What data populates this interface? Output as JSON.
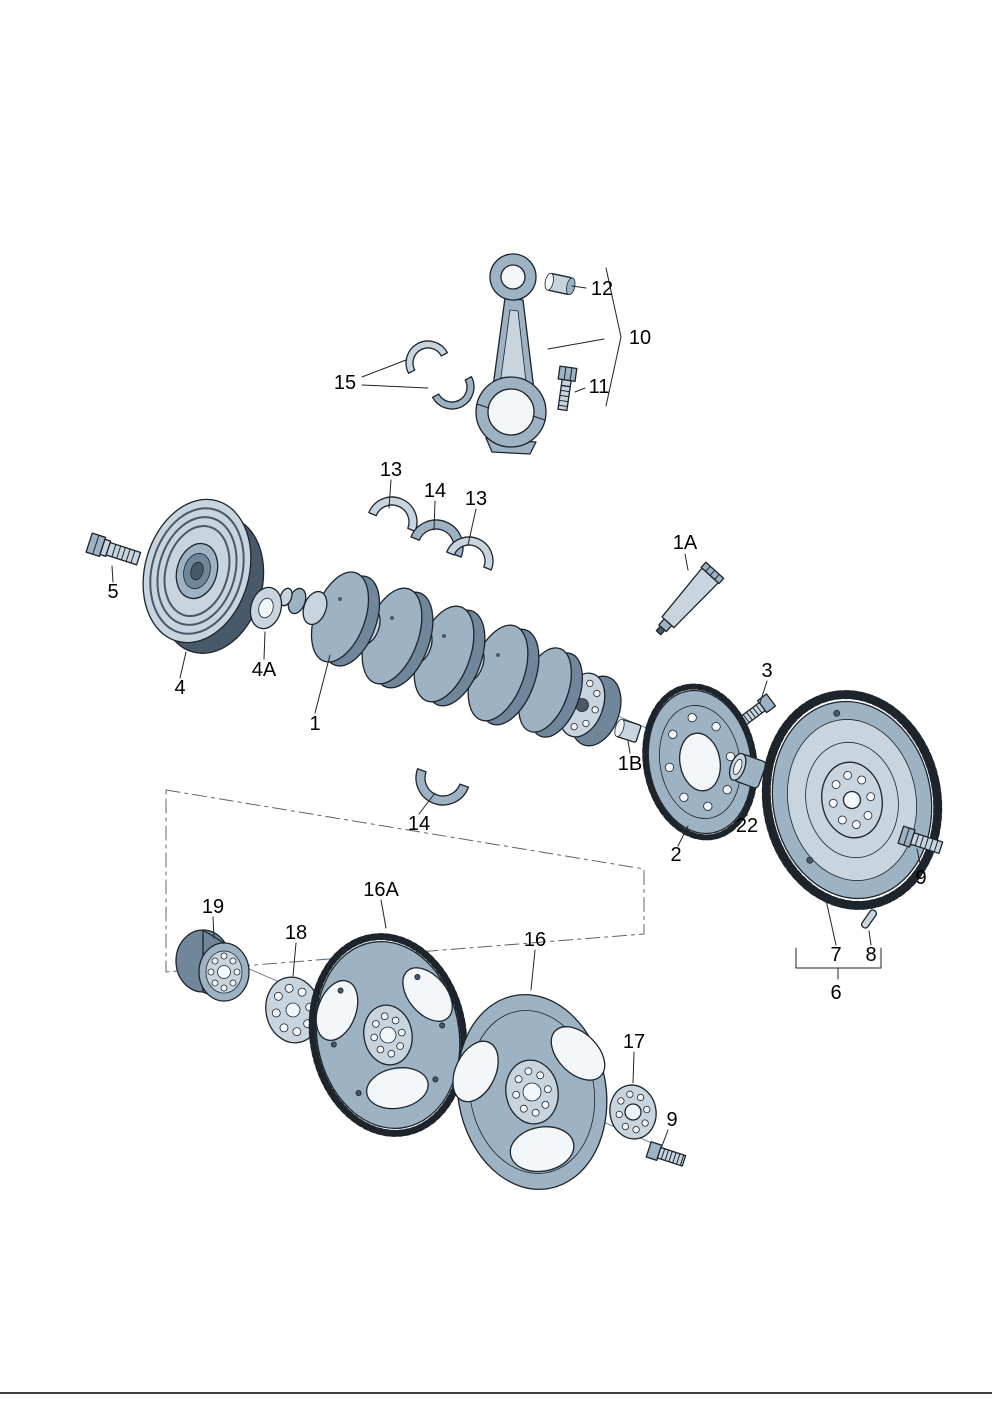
{
  "page": {
    "background": "#ffffff"
  },
  "palette": {
    "outline": "#1d242b",
    "fill_light": "#c8d5df",
    "fill_mid": "#9db2c3",
    "fill_dark": "#70879b",
    "fill_deep": "#48596a",
    "hole_fill": "#f4f7fa",
    "label_color": "#000000",
    "construction_line": "#5a6570",
    "page_bg": "#ffffff"
  },
  "callouts": [
    {
      "text": "12"
    },
    {
      "text": "10"
    },
    {
      "text": "15"
    },
    {
      "text": "11"
    },
    {
      "text": "13"
    },
    {
      "text": "14"
    },
    {
      "text": "13"
    },
    {
      "text": "1A"
    },
    {
      "text": "5"
    },
    {
      "text": "4A"
    },
    {
      "text": "4"
    },
    {
      "text": "3"
    },
    {
      "text": "1"
    },
    {
      "text": "1B"
    },
    {
      "text": "14"
    },
    {
      "text": "22"
    },
    {
      "text": "2"
    },
    {
      "text": "9"
    },
    {
      "text": "7"
    },
    {
      "text": "8"
    },
    {
      "text": "6"
    },
    {
      "text": "19"
    },
    {
      "text": "18"
    },
    {
      "text": "16A"
    },
    {
      "text": "16"
    },
    {
      "text": "17"
    },
    {
      "text": "9"
    }
  ]
}
